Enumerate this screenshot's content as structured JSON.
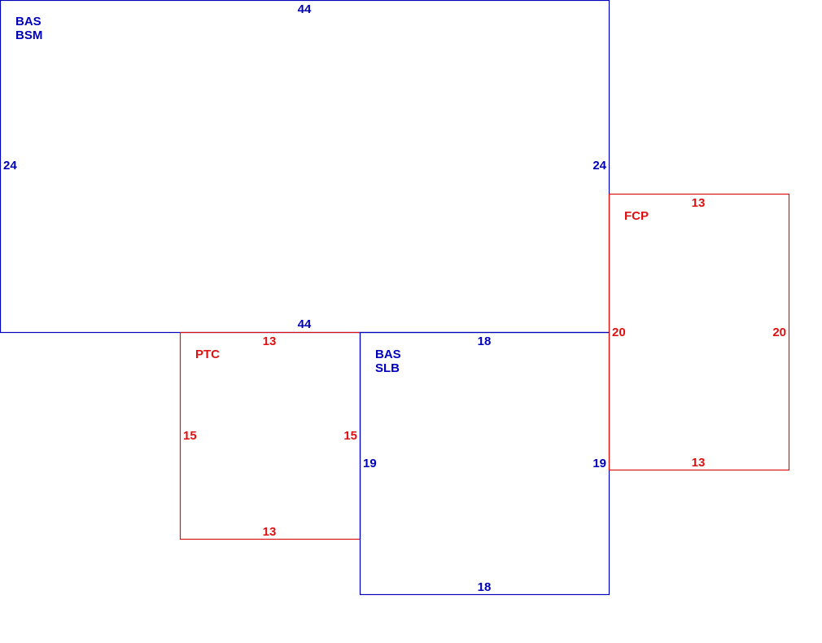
{
  "colors": {
    "basement": "#0000bb",
    "addition": "#dd1111",
    "background": "#ffffff"
  },
  "areas": [
    {
      "id": "bas-bsm",
      "label_lines": [
        "BAS",
        "BSM"
      ],
      "color_key": "basement",
      "dims": {
        "top": "44",
        "bottom": "44",
        "left": "24",
        "right": "24"
      }
    },
    {
      "id": "ptc",
      "label_lines": [
        "PTC"
      ],
      "color_key": "addition",
      "dims": {
        "top": "13",
        "bottom": "13",
        "left": "15",
        "right": "15"
      }
    },
    {
      "id": "bas-slb",
      "label_lines": [
        "BAS",
        "SLB"
      ],
      "color_key": "basement",
      "dims": {
        "top": "18",
        "bottom": "18",
        "left": "19",
        "right": "19"
      }
    },
    {
      "id": "fcp",
      "label_lines": [
        "FCP"
      ],
      "color_key": "addition",
      "dims": {
        "top": "13",
        "bottom": "13",
        "left": "20",
        "right": "20"
      }
    }
  ]
}
